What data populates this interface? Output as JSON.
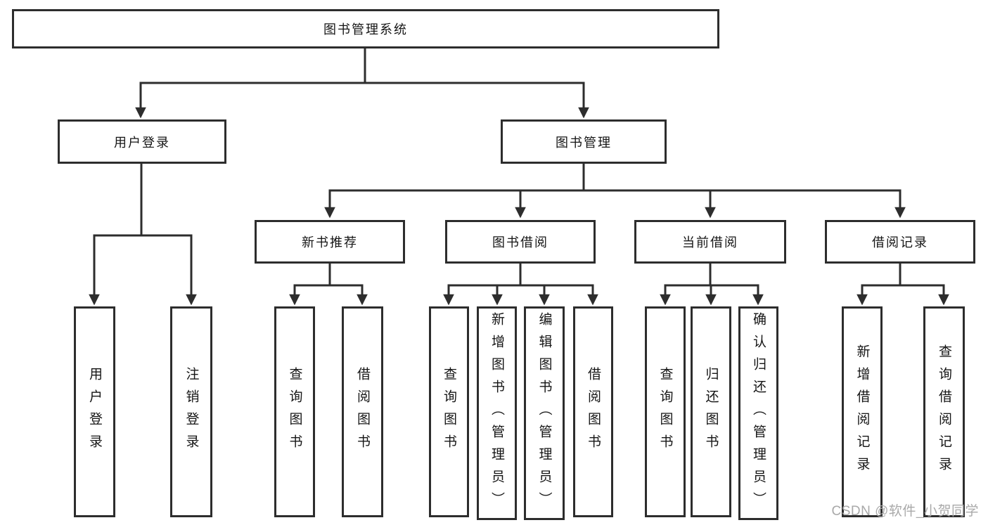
{
  "colors": {
    "line": "#2d2d2d",
    "text": "#151515",
    "background": "#ffffff",
    "watermark": "#a9a9a9"
  },
  "nodes": {
    "root": "图书管理系统",
    "level2": [
      {
        "label": "用户登录"
      },
      {
        "label": "图书管理"
      }
    ],
    "level3": [
      {
        "label": "新书推荐"
      },
      {
        "label": "图书借阅"
      },
      {
        "label": "当前借阅"
      },
      {
        "label": "借阅记录"
      }
    ]
  },
  "leaves": [
    {
      "label": "用户登录"
    },
    {
      "label": "注销登录"
    },
    {
      "label": "查询图书"
    },
    {
      "label": "借阅图书"
    },
    {
      "label": "查询图书"
    },
    {
      "label": "新增图书（管理员）"
    },
    {
      "label": "编辑图书（管理员）"
    },
    {
      "label": "借阅图书"
    },
    {
      "label": "查询图书"
    },
    {
      "label": "归还图书"
    },
    {
      "label": "确认归还（管理员）"
    },
    {
      "label": "新增借阅记录"
    },
    {
      "label": "查询借阅记录"
    }
  ],
  "watermark": "CSDN @软件_小贺同学"
}
